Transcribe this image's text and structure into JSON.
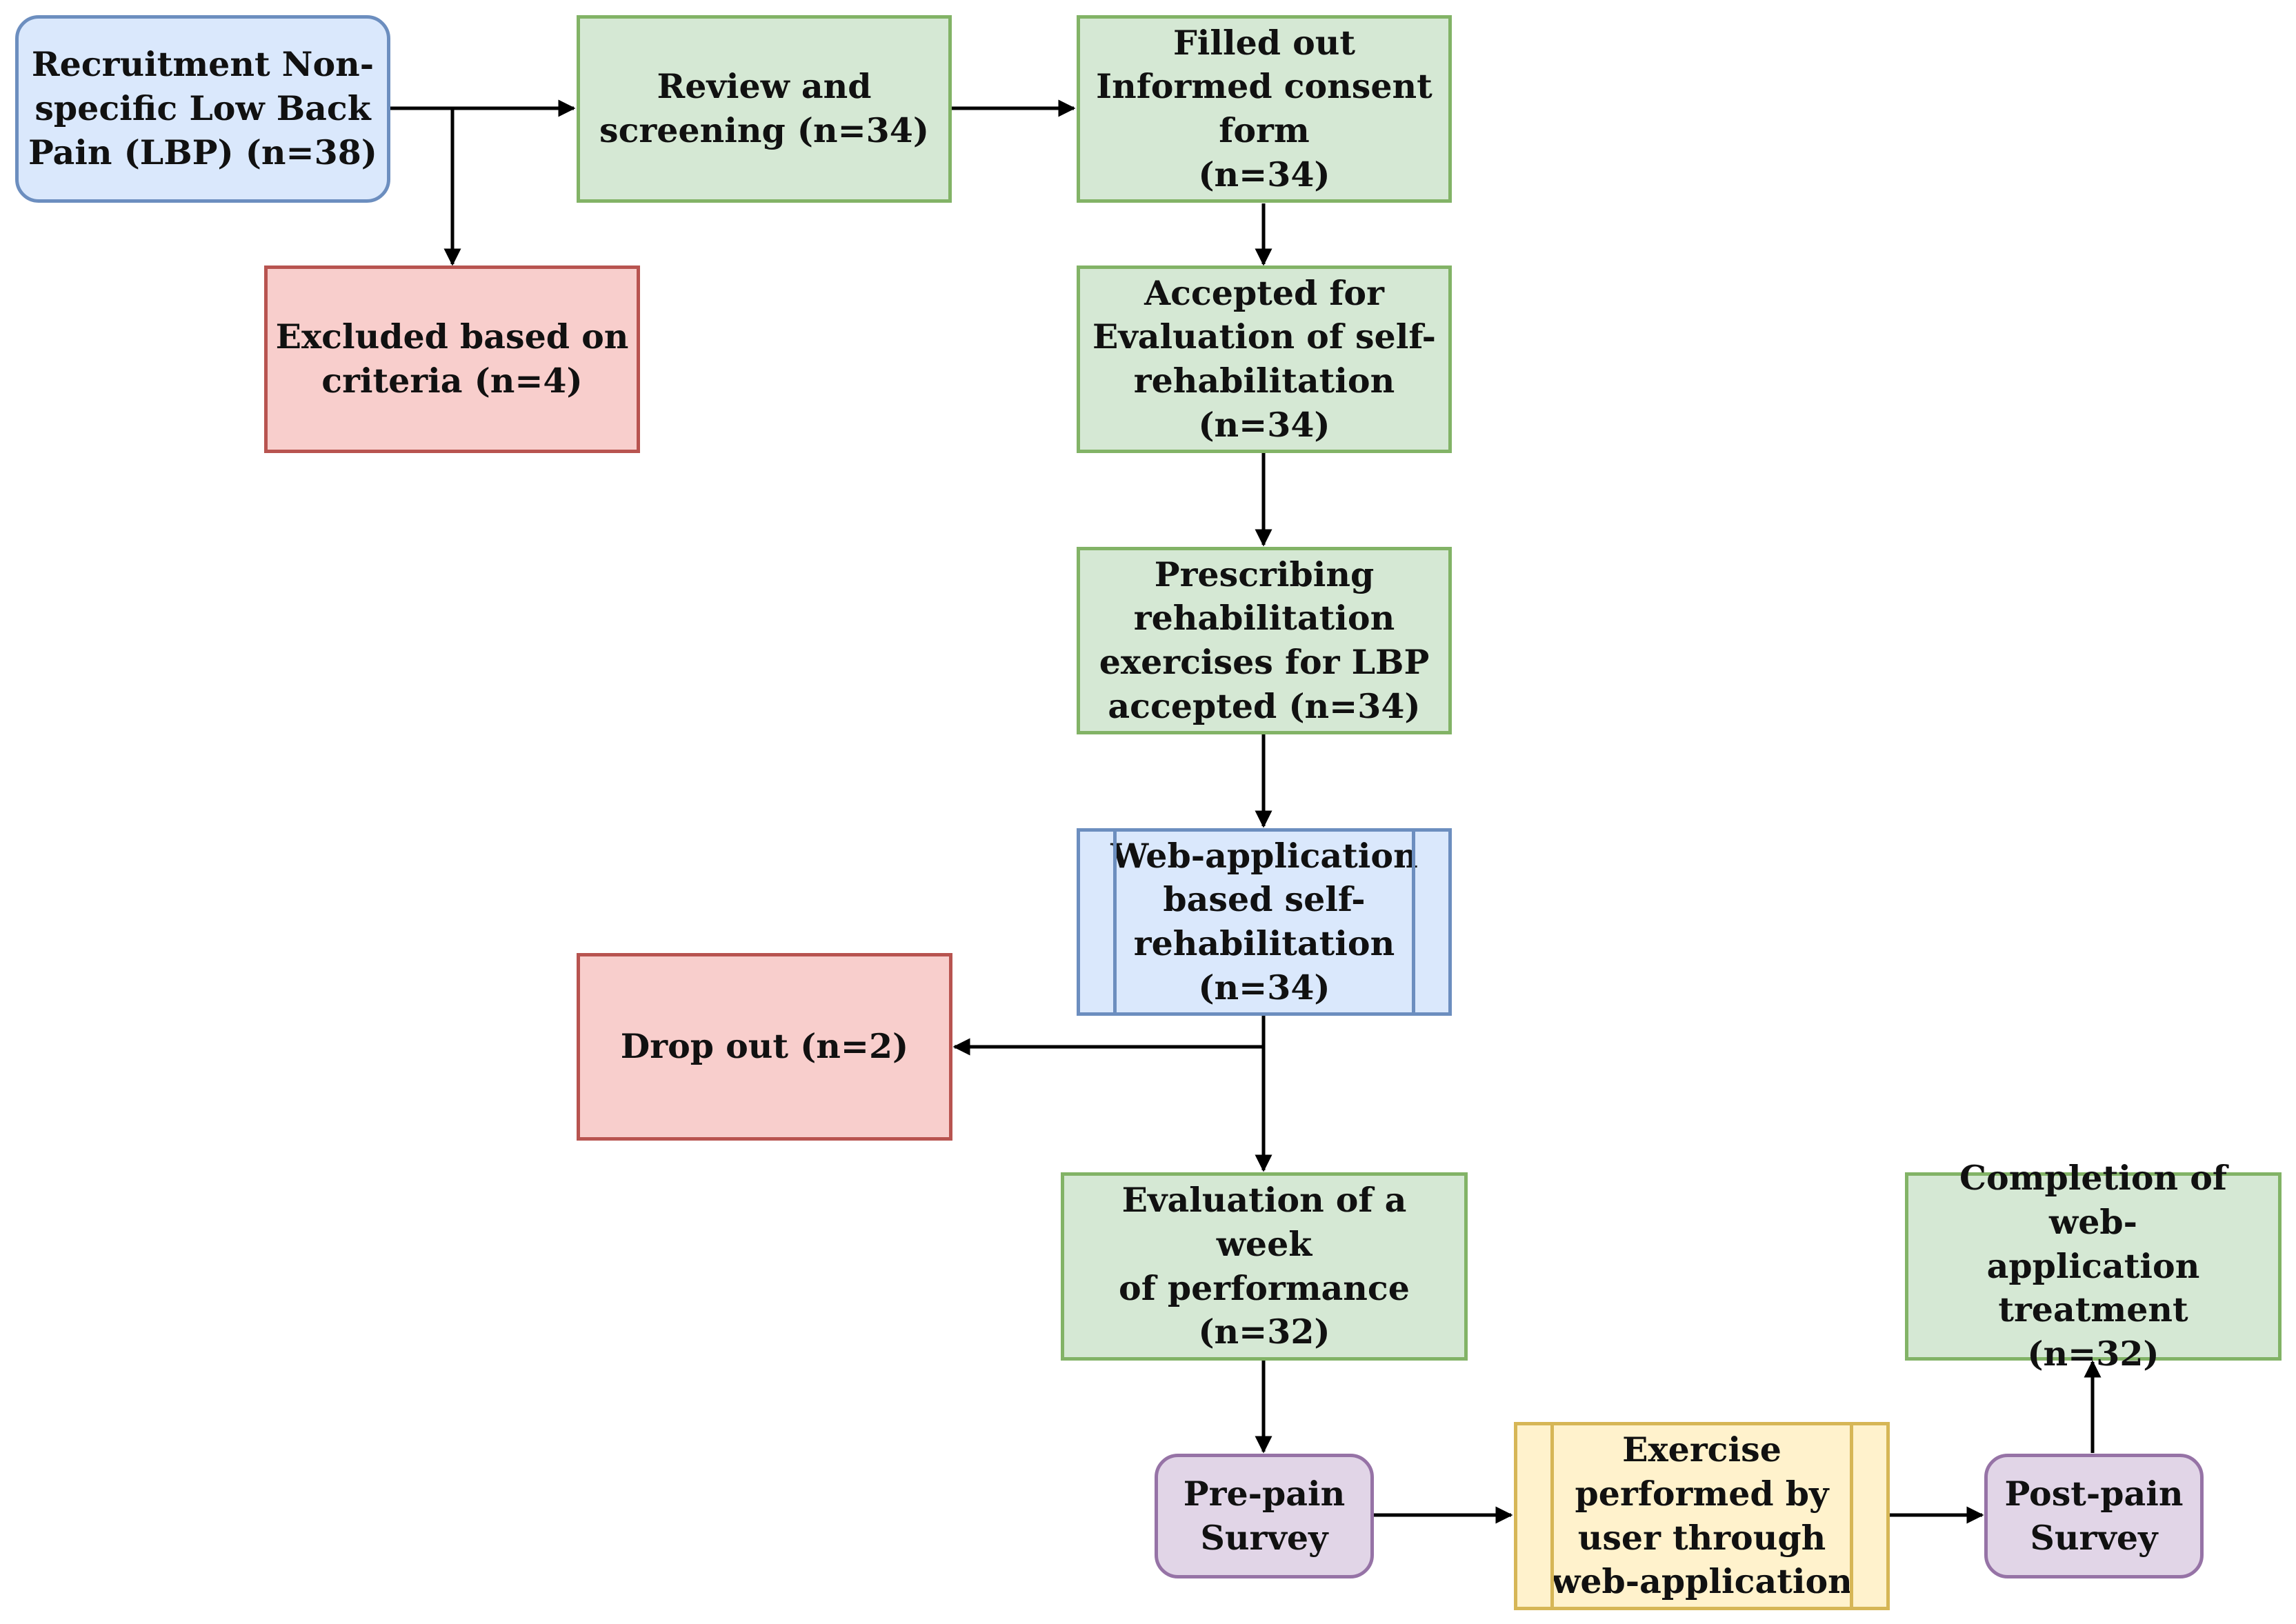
{
  "nodes": {
    "recruitment": "Recruitment Non-\nspecific Low Back\nPain (LBP) (n=38)",
    "review": "Review and\nscreening (n=34)",
    "consent": "Filled out\nInformed consent\nform\n(n=34)",
    "excluded": "Excluded based on\ncriteria (n=4)",
    "accepted": "Accepted for\nEvaluation of self-\nrehabilitation (n=34)",
    "prescribing": "Prescribing\nrehabilitation\nexercises for LBP\naccepted (n=34)",
    "webapp": "Web-application\nbased self-\nrehabilitation\n(n=34)",
    "dropout": "Drop out (n=2)",
    "evaluation": "Evaluation of a week\nof performance (n=32)",
    "prepain": "Pre-pain\nSurvey",
    "exercise": "Exercise\nperformed by\nuser through\nweb-application",
    "postpain": "Post-pain\nSurvey",
    "completion": "Completion of web-\napplication treatment\n(n=32)"
  }
}
